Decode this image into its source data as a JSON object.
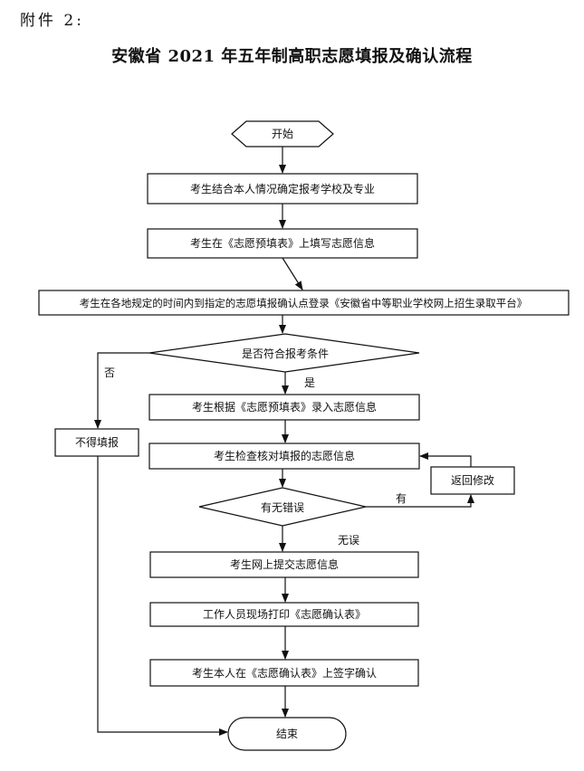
{
  "header": {
    "attachment": "附件 2:",
    "title": "安徽省 2021 年五年制高职志愿填报及确认流程"
  },
  "flow": {
    "start": "开始",
    "step1": "考生结合本人情况确定报考学校及专业",
    "step2": "考生在《志愿预填表》上填写志愿信息",
    "step3": "考生在各地规定的时间内到指定的志愿填报确认点登录《安徽省中等职业学校网上招生录取平台》",
    "decision1": "是否符合报考条件",
    "decision1_yes": "是",
    "decision1_no": "否",
    "reject": "不得填报",
    "step4": "考生根据《志愿预填表》录入志愿信息",
    "step5": "考生检查核对填报的志愿信息",
    "decision2": "有无错误",
    "decision2_yes": "有",
    "decision2_no": "无误",
    "revise": "返回修改",
    "step6": "考生网上提交志愿信息",
    "step7": "工作人员现场打印《志愿确认表》",
    "step8": "考生本人在《志愿确认表》上签字确认",
    "end": "结束"
  }
}
